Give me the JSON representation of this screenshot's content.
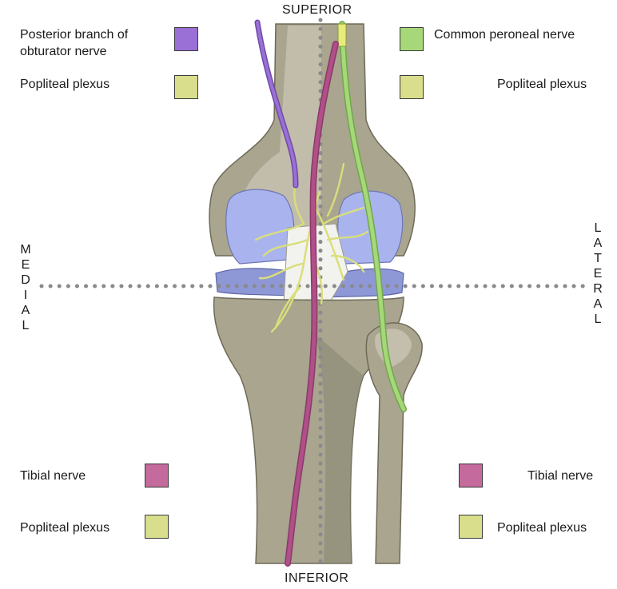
{
  "orientation": {
    "superior": "SUPERIOR",
    "inferior": "INFERIOR",
    "medial": "M\nE\nD\nI\nA\nL",
    "lateral": "L\nA\nT\nE\nR\nA\nL"
  },
  "legend": {
    "top_left_1": {
      "text": "Posterior branch of\nobturator nerve",
      "color": "#9a6fd6"
    },
    "top_left_2": {
      "text": "Popliteal plexus",
      "color": "#d8de8c"
    },
    "top_right_1": {
      "text": "Common peroneal nerve",
      "color": "#a6d87a"
    },
    "top_right_2": {
      "text": "Popliteal plexus",
      "color": "#d8de8c"
    },
    "bottom_left_1": {
      "text": "Tibial nerve",
      "color": "#c56a9c"
    },
    "bottom_left_2": {
      "text": "Popliteal plexus",
      "color": "#d8de8c"
    },
    "bottom_right_1": {
      "text": "Tibial nerve",
      "color": "#c56a9c"
    },
    "bottom_right_2": {
      "text": "Popliteal plexus",
      "color": "#d8de8c"
    }
  },
  "colors": {
    "bone": "#a9a58f",
    "bone_light": "#c9c6b3",
    "bone_shadow": "#8b8773",
    "cartilage": "#a9b4ef",
    "meniscus": "#8e98d6",
    "ligament": "#f2f2ee",
    "obturator": "#9a6fd6",
    "tibial": "#b04f88",
    "peroneal": "#9cd46b",
    "plexus": "#d9de7a",
    "dots": "#8a8a8a"
  }
}
